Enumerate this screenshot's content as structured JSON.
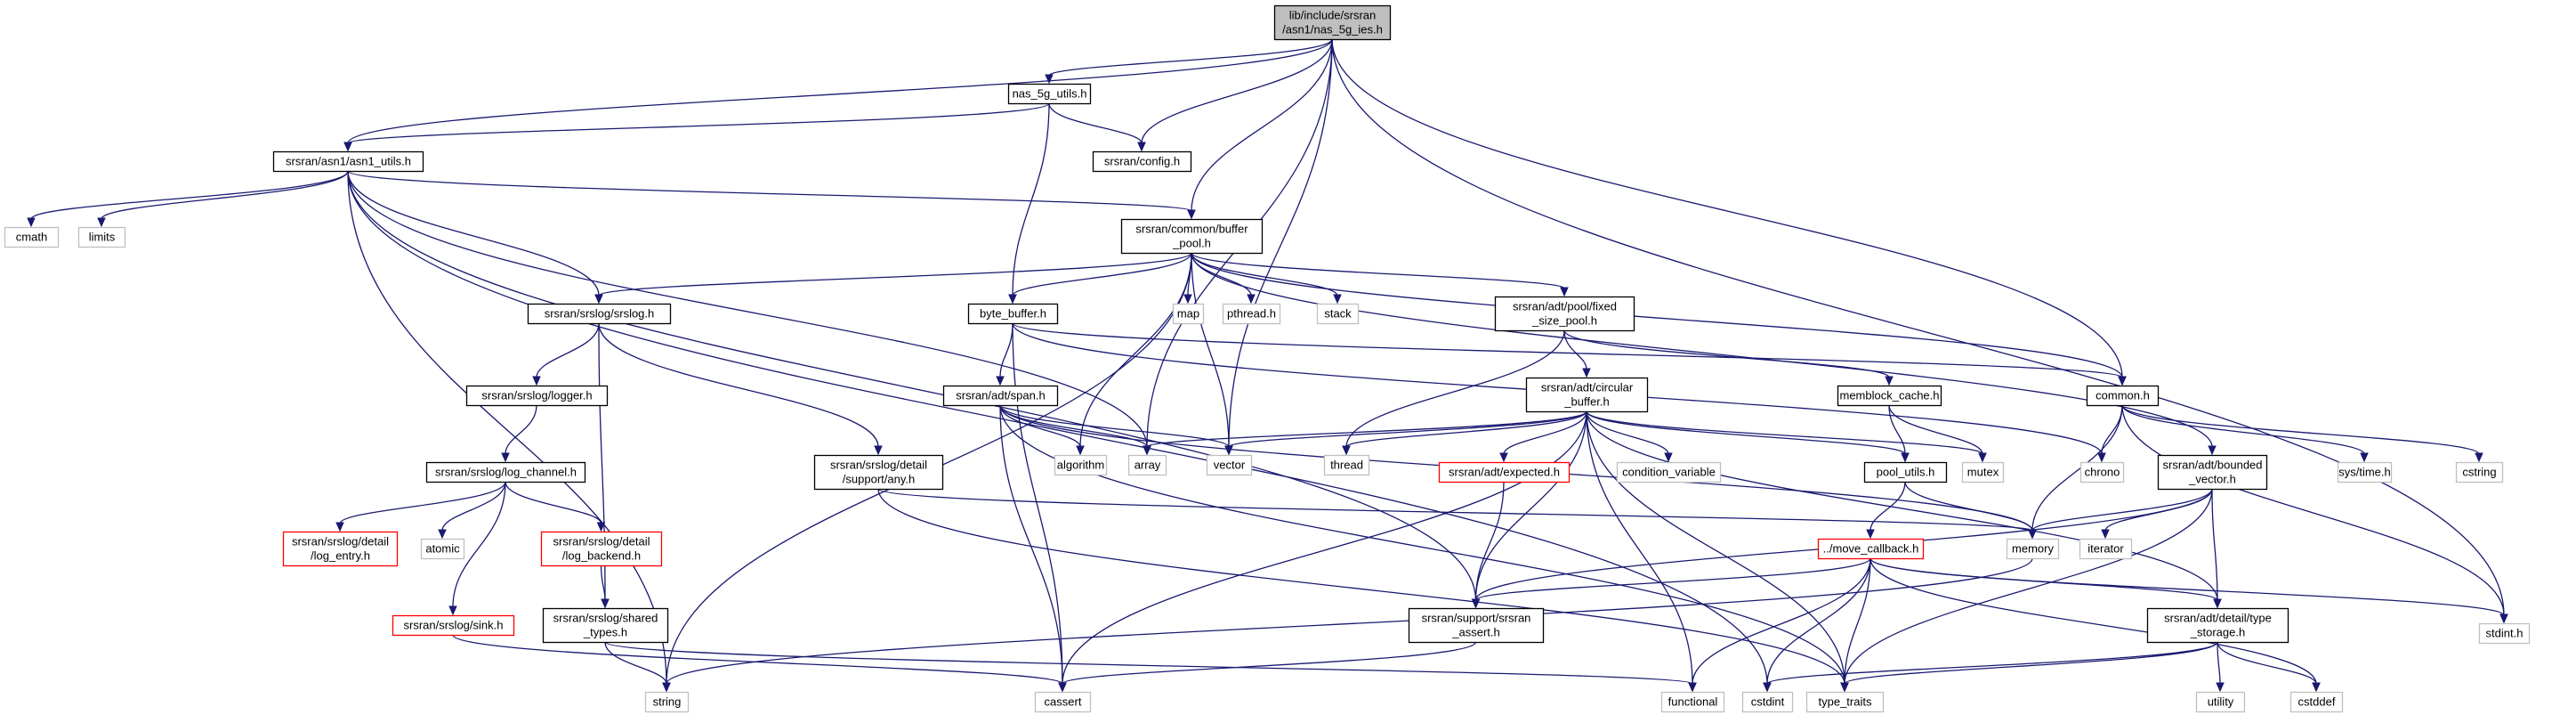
{
  "colors": {
    "edge": "#191970",
    "border_normal": "#000000",
    "border_missing": "#bfbfbf",
    "border_truncated": "#ff0000",
    "fill_root": "#bfbfbf",
    "fill_normal": "#ffffff"
  },
  "graph": {
    "title": "lib/include/srsran/asn1/nas_5g_ies.h",
    "nodes": [
      {
        "id": "root",
        "lines": [
          "lib/include/srsran",
          "/asn1/nas_5g_ies.h"
        ],
        "style": "root"
      },
      {
        "id": "nas_5g_utils",
        "lines": [
          "nas_5g_utils.h"
        ],
        "style": "normal"
      },
      {
        "id": "asn1_utils",
        "lines": [
          "srsran/asn1/asn1_utils.h"
        ],
        "style": "normal"
      },
      {
        "id": "config",
        "lines": [
          "srsran/config.h"
        ],
        "style": "normal"
      },
      {
        "id": "cmath",
        "lines": [
          "cmath"
        ],
        "style": "missing"
      },
      {
        "id": "limits",
        "lines": [
          "limits"
        ],
        "style": "missing"
      },
      {
        "id": "buffer_pool",
        "lines": [
          "srsran/common/buffer",
          "_pool.h"
        ],
        "style": "normal"
      },
      {
        "id": "srslog",
        "lines": [
          "srsran/srslog/srslog.h"
        ],
        "style": "normal"
      },
      {
        "id": "byte_buffer",
        "lines": [
          "byte_buffer.h"
        ],
        "style": "normal"
      },
      {
        "id": "map",
        "lines": [
          "map"
        ],
        "style": "missing"
      },
      {
        "id": "pthread",
        "lines": [
          "pthread.h"
        ],
        "style": "missing"
      },
      {
        "id": "stack",
        "lines": [
          "stack"
        ],
        "style": "missing"
      },
      {
        "id": "fixed_size_pool",
        "lines": [
          "srsran/adt/pool/fixed",
          "_size_pool.h"
        ],
        "style": "normal"
      },
      {
        "id": "common",
        "lines": [
          "common.h"
        ],
        "style": "normal"
      },
      {
        "id": "logger",
        "lines": [
          "srsran/srslog/logger.h"
        ],
        "style": "normal"
      },
      {
        "id": "span",
        "lines": [
          "srsran/adt/span.h"
        ],
        "style": "normal"
      },
      {
        "id": "circular_buffer",
        "lines": [
          "srsran/adt/circular",
          "_buffer.h"
        ],
        "style": "normal"
      },
      {
        "id": "memblock_cache",
        "lines": [
          "memblock_cache.h"
        ],
        "style": "normal"
      },
      {
        "id": "log_channel",
        "lines": [
          "srsran/srslog/log_channel.h"
        ],
        "style": "normal"
      },
      {
        "id": "support_any",
        "lines": [
          "srsran/srslog/detail",
          "/support/any.h"
        ],
        "style": "normal"
      },
      {
        "id": "algorithm",
        "lines": [
          "algorithm"
        ],
        "style": "missing"
      },
      {
        "id": "array",
        "lines": [
          "array"
        ],
        "style": "missing"
      },
      {
        "id": "vector",
        "lines": [
          "vector"
        ],
        "style": "missing"
      },
      {
        "id": "thread",
        "lines": [
          "thread"
        ],
        "style": "missing"
      },
      {
        "id": "expected",
        "lines": [
          "srsran/adt/expected.h"
        ],
        "style": "truncated"
      },
      {
        "id": "condition_variable",
        "lines": [
          "condition_variable"
        ],
        "style": "missing"
      },
      {
        "id": "pool_utils",
        "lines": [
          "pool_utils.h"
        ],
        "style": "normal"
      },
      {
        "id": "mutex",
        "lines": [
          "mutex"
        ],
        "style": "missing"
      },
      {
        "id": "chrono",
        "lines": [
          "chrono"
        ],
        "style": "missing"
      },
      {
        "id": "bounded_vector",
        "lines": [
          "srsran/adt/bounded",
          "_vector.h"
        ],
        "style": "normal"
      },
      {
        "id": "sys_time",
        "lines": [
          "sys/time.h"
        ],
        "style": "missing"
      },
      {
        "id": "cstring",
        "lines": [
          "cstring"
        ],
        "style": "missing"
      },
      {
        "id": "log_entry",
        "lines": [
          "srsran/srslog/detail",
          "/log_entry.h"
        ],
        "style": "truncated"
      },
      {
        "id": "atomic",
        "lines": [
          "atomic"
        ],
        "style": "missing"
      },
      {
        "id": "log_backend",
        "lines": [
          "srsran/srslog/detail",
          "/log_backend.h"
        ],
        "style": "truncated"
      },
      {
        "id": "memory",
        "lines": [
          "memory"
        ],
        "style": "missing"
      },
      {
        "id": "iterator",
        "lines": [
          "iterator"
        ],
        "style": "missing"
      },
      {
        "id": "move_callback",
        "lines": [
          "../move_callback.h"
        ],
        "style": "truncated"
      },
      {
        "id": "sink",
        "lines": [
          "srsran/srslog/sink.h"
        ],
        "style": "truncated"
      },
      {
        "id": "shared_types",
        "lines": [
          "srsran/srslog/shared",
          "_types.h"
        ],
        "style": "normal"
      },
      {
        "id": "srsran_assert",
        "lines": [
          "srsran/support/srsran",
          "_assert.h"
        ],
        "style": "normal"
      },
      {
        "id": "type_storage",
        "lines": [
          "srsran/adt/detail/type",
          "_storage.h"
        ],
        "style": "normal"
      },
      {
        "id": "stdint",
        "lines": [
          "stdint.h"
        ],
        "style": "missing"
      },
      {
        "id": "string",
        "lines": [
          "string"
        ],
        "style": "missing"
      },
      {
        "id": "cassert",
        "lines": [
          "cassert"
        ],
        "style": "missing"
      },
      {
        "id": "functional",
        "lines": [
          "functional"
        ],
        "style": "missing"
      },
      {
        "id": "cstdint",
        "lines": [
          "cstdint"
        ],
        "style": "missing"
      },
      {
        "id": "type_traits",
        "lines": [
          "type_traits"
        ],
        "style": "missing"
      },
      {
        "id": "utility",
        "lines": [
          "utility"
        ],
        "style": "missing"
      },
      {
        "id": "cstddef",
        "lines": [
          "cstddef"
        ],
        "style": "missing"
      }
    ],
    "edges": [
      [
        "root",
        "nas_5g_utils"
      ],
      [
        "root",
        "asn1_utils"
      ],
      [
        "root",
        "config"
      ],
      [
        "root",
        "buffer_pool"
      ],
      [
        "root",
        "array"
      ],
      [
        "root",
        "vector"
      ],
      [
        "root",
        "common"
      ],
      [
        "root",
        "stdint"
      ],
      [
        "nas_5g_utils",
        "asn1_utils"
      ],
      [
        "nas_5g_utils",
        "config"
      ],
      [
        "nas_5g_utils",
        "byte_buffer"
      ],
      [
        "asn1_utils",
        "cmath"
      ],
      [
        "asn1_utils",
        "limits"
      ],
      [
        "asn1_utils",
        "buffer_pool"
      ],
      [
        "asn1_utils",
        "srslog"
      ],
      [
        "asn1_utils",
        "array"
      ],
      [
        "asn1_utils",
        "srsran_assert"
      ],
      [
        "asn1_utils",
        "string"
      ],
      [
        "asn1_utils",
        "cstdint"
      ],
      [
        "buffer_pool",
        "srslog"
      ],
      [
        "buffer_pool",
        "byte_buffer"
      ],
      [
        "buffer_pool",
        "map"
      ],
      [
        "buffer_pool",
        "pthread"
      ],
      [
        "buffer_pool",
        "stack"
      ],
      [
        "buffer_pool",
        "fixed_size_pool"
      ],
      [
        "buffer_pool",
        "common"
      ],
      [
        "buffer_pool",
        "algorithm"
      ],
      [
        "buffer_pool",
        "vector"
      ],
      [
        "buffer_pool",
        "string"
      ],
      [
        "buffer_pool",
        "bounded_vector"
      ],
      [
        "srslog",
        "logger"
      ],
      [
        "srslog",
        "support_any"
      ],
      [
        "srslog",
        "shared_types"
      ],
      [
        "byte_buffer",
        "span"
      ],
      [
        "byte_buffer",
        "common"
      ],
      [
        "byte_buffer",
        "chrono"
      ],
      [
        "byte_buffer",
        "cassert"
      ],
      [
        "fixed_size_pool",
        "circular_buffer"
      ],
      [
        "fixed_size_pool",
        "memblock_cache"
      ],
      [
        "fixed_size_pool",
        "thread"
      ],
      [
        "common",
        "chrono"
      ],
      [
        "common",
        "memory"
      ],
      [
        "common",
        "sys_time"
      ],
      [
        "common",
        "cstring"
      ],
      [
        "common",
        "stdint"
      ],
      [
        "logger",
        "log_channel"
      ],
      [
        "span",
        "algorithm"
      ],
      [
        "span",
        "array"
      ],
      [
        "span",
        "vector"
      ],
      [
        "span",
        "memory"
      ],
      [
        "span",
        "type_traits"
      ],
      [
        "span",
        "cassert"
      ],
      [
        "circular_buffer",
        "array"
      ],
      [
        "circular_buffer",
        "vector"
      ],
      [
        "circular_buffer",
        "thread"
      ],
      [
        "circular_buffer",
        "expected"
      ],
      [
        "circular_buffer",
        "condition_variable"
      ],
      [
        "circular_buffer",
        "pool_utils"
      ],
      [
        "circular_buffer",
        "mutex"
      ],
      [
        "circular_buffer",
        "srsran_assert"
      ],
      [
        "circular_buffer",
        "type_storage"
      ],
      [
        "circular_buffer",
        "functional"
      ],
      [
        "circular_buffer",
        "type_traits"
      ],
      [
        "circular_buffer",
        "cassert"
      ],
      [
        "memblock_cache",
        "pool_utils"
      ],
      [
        "memblock_cache",
        "mutex"
      ],
      [
        "log_channel",
        "log_entry"
      ],
      [
        "log_channel",
        "atomic"
      ],
      [
        "log_channel",
        "log_backend"
      ],
      [
        "log_channel",
        "sink"
      ],
      [
        "support_any",
        "memory"
      ],
      [
        "support_any",
        "type_traits"
      ],
      [
        "expected",
        "srsran_assert"
      ],
      [
        "pool_utils",
        "move_callback"
      ],
      [
        "pool_utils",
        "memory"
      ],
      [
        "bounded_vector",
        "memory"
      ],
      [
        "bounded_vector",
        "iterator"
      ],
      [
        "bounded_vector",
        "srsran_assert"
      ],
      [
        "bounded_vector",
        "type_storage"
      ],
      [
        "bounded_vector",
        "type_traits"
      ],
      [
        "log_backend",
        "shared_types"
      ],
      [
        "move_callback",
        "srsran_assert"
      ],
      [
        "move_callback",
        "type_storage"
      ],
      [
        "move_callback",
        "stdint"
      ],
      [
        "move_callback",
        "functional"
      ],
      [
        "move_callback",
        "cstdint"
      ],
      [
        "move_callback",
        "type_traits"
      ],
      [
        "move_callback",
        "cstddef"
      ],
      [
        "sink",
        "cassert"
      ],
      [
        "shared_types",
        "string"
      ],
      [
        "shared_types",
        "functional"
      ],
      [
        "srsran_assert",
        "cassert"
      ],
      [
        "type_storage",
        "utility"
      ],
      [
        "type_storage",
        "cstddef"
      ],
      [
        "type_storage",
        "cstdint"
      ],
      [
        "type_storage",
        "type_traits"
      ],
      [
        "memory",
        "string"
      ]
    ]
  }
}
